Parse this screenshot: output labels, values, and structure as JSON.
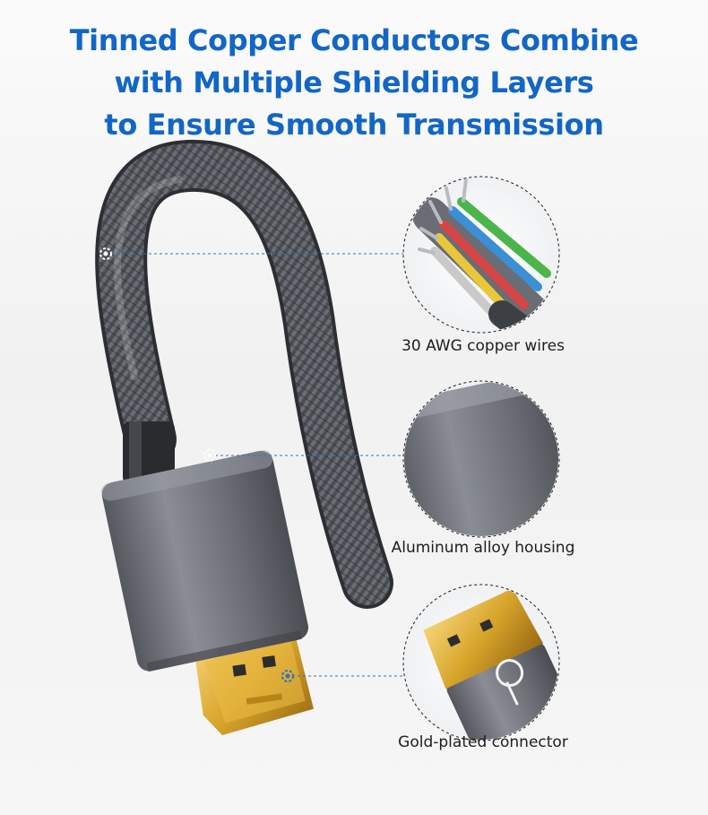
{
  "headline": {
    "lines": [
      "Tinned Copper Conductors Combine",
      "with Multiple Shielding Layers",
      "to Ensure Smooth Transmission"
    ],
    "color": "#1266c6"
  },
  "callouts": [
    {
      "label": "30 AWG copper wires",
      "icon": "copper-wires-closeup"
    },
    {
      "label": "Aluminum alloy housing",
      "icon": "aluminum-housing-closeup"
    },
    {
      "label": "Gold-plated connector",
      "icon": "gold-connector-closeup"
    }
  ],
  "colors": {
    "cable_braid": "#4a4d53",
    "housing": "#6d7079",
    "gold": "#d8a52b",
    "callout_line": "#3a6fb0"
  }
}
